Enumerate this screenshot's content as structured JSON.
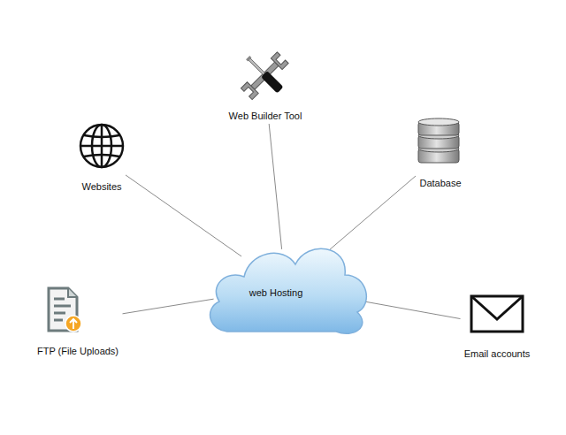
{
  "diagram": {
    "nodes": [
      {
        "text": [
          "Web Builder Tool"
        ]
      },
      {
        "text": [
          "Websites"
        ]
      },
      {
        "text": [
          "Database"
        ]
      },
      {
        "text": [
          "web Hosting"
        ]
      },
      {
        "text": [
          "FTP (File Uploads)"
        ]
      },
      {
        "text": [
          "Email accounts"
        ]
      }
    ],
    "edges": [
      {
        "from": 1,
        "to": 3,
        "arrow": "none"
      },
      {
        "from": 0,
        "to": 3,
        "arrow": "none"
      },
      {
        "from": 2,
        "to": 3,
        "arrow": "none"
      },
      {
        "from": 4,
        "to": 3,
        "arrow": "none"
      },
      {
        "from": 5,
        "to": 3,
        "arrow": "none"
      }
    ]
  }
}
